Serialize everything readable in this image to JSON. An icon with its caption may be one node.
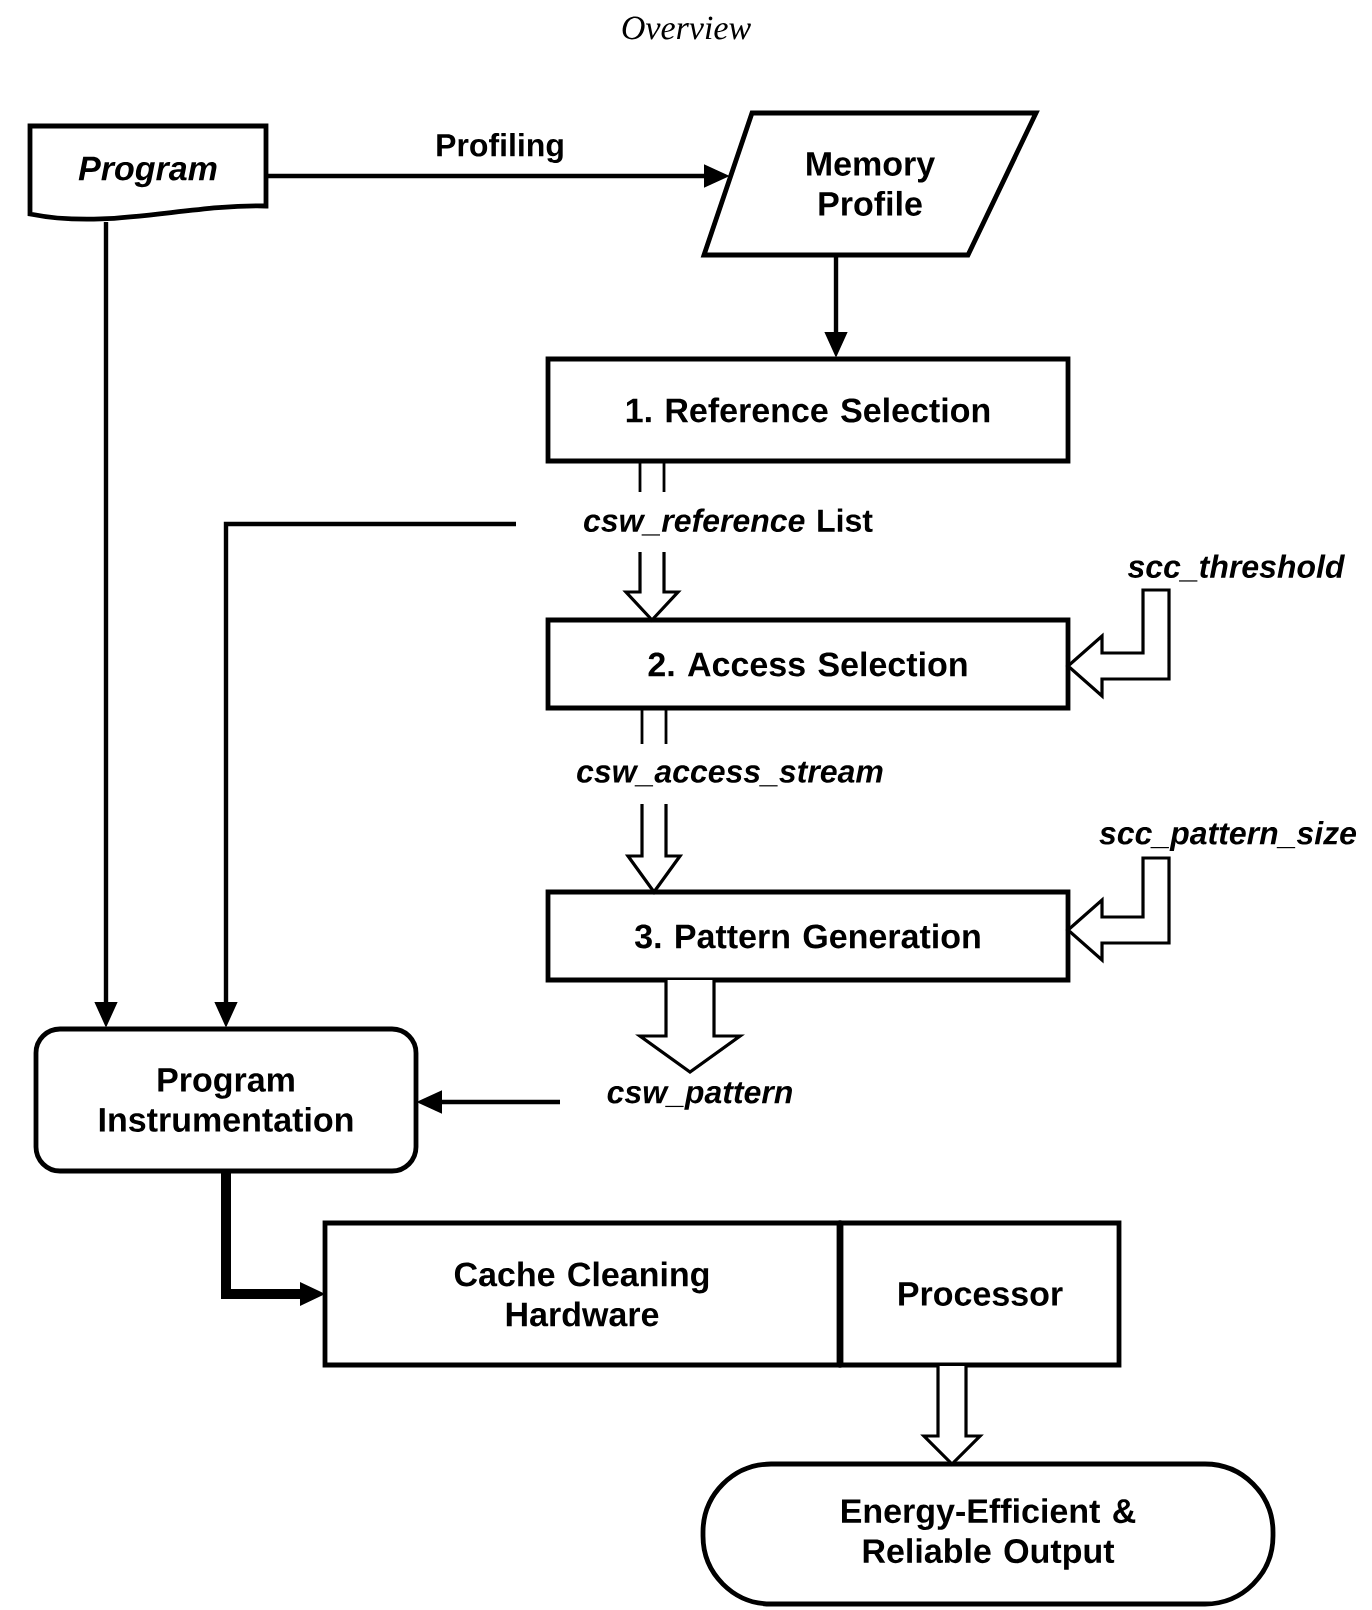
{
  "diagram": {
    "title": "Overview",
    "nodes": [
      {
        "text": [
          "Program"
        ]
      },
      {
        "text": [
          "Memory Profile"
        ]
      },
      {
        "text": [
          "1. Reference Selection"
        ]
      },
      {
        "text": [
          "2. Access Selection"
        ]
      },
      {
        "text": [
          "3. Pattern Generation"
        ]
      },
      {
        "text": [
          "Program Instrumentation"
        ]
      },
      {
        "text": [
          "Cache Cleaning Hardware"
        ]
      },
      {
        "text": [
          "Processor"
        ]
      },
      {
        "text": [
          "Energy-Efficient & Reliable Output"
        ]
      },
      {
        "text": [
          "*csw_reference* List"
        ]
      },
      {
        "text": [
          "scc_threshold"
        ]
      },
      {
        "text": [
          "csw_access_stream"
        ]
      },
      {
        "text": [
          "scc_pattern_size"
        ]
      },
      {
        "text": [
          "csw_pattern"
        ]
      }
    ],
    "edges": [
      {
        "from": 0,
        "to": 1,
        "arrow": "to",
        "label": "Profiling"
      },
      {
        "from": 1,
        "to": 2,
        "arrow": "to"
      },
      {
        "from": 2,
        "to": 9,
        "arrow": "none"
      },
      {
        "from": 9,
        "to": 3,
        "arrow": "to"
      },
      {
        "from": 9,
        "to": 5,
        "arrow": "to"
      },
      {
        "from": 10,
        "to": 3,
        "arrow": "to"
      },
      {
        "from": 3,
        "to": 11,
        "arrow": "none"
      },
      {
        "from": 11,
        "to": 4,
        "arrow": "to"
      },
      {
        "from": 12,
        "to": 4,
        "arrow": "to"
      },
      {
        "from": 4,
        "to": 13,
        "arrow": "to"
      },
      {
        "from": 13,
        "to": 5,
        "arrow": "to"
      },
      {
        "from": 0,
        "to": 5,
        "arrow": "to"
      },
      {
        "from": 5,
        "to": 6,
        "arrow": "to",
        "style": "thick"
      },
      {
        "from": 7,
        "to": 8,
        "arrow": "to"
      }
    ]
  }
}
